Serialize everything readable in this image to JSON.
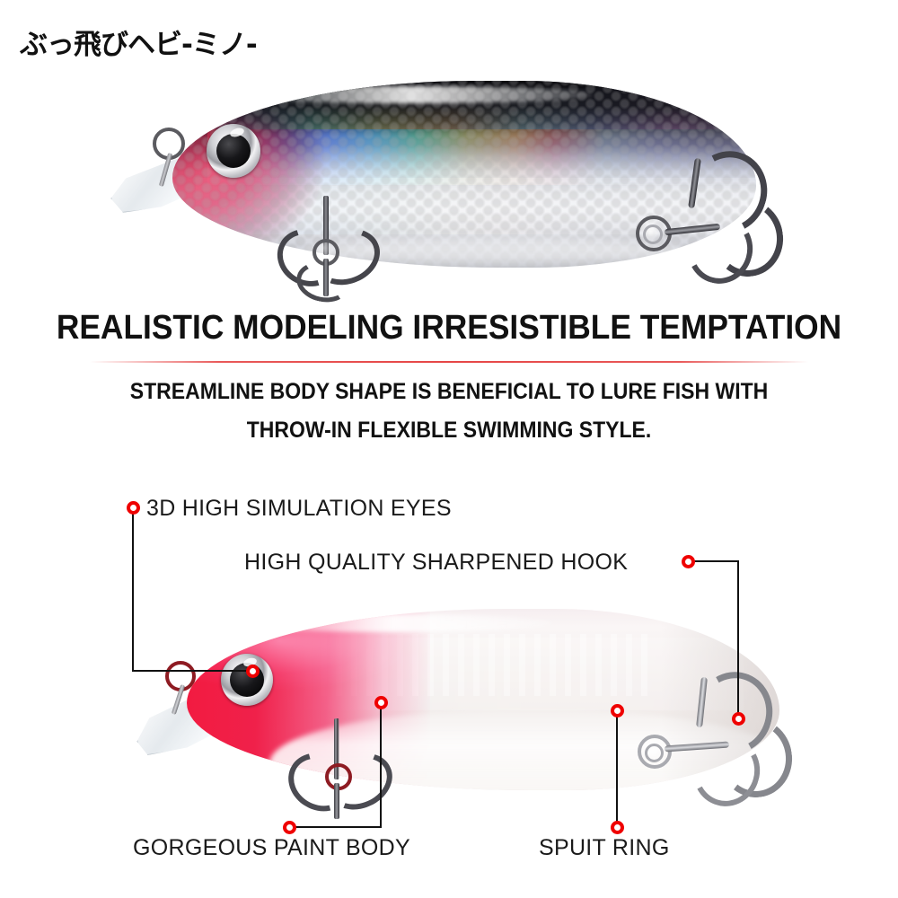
{
  "page": {
    "background": "#ffffff",
    "accent_red": "#ef0000",
    "divider_red": "#e53c3c",
    "text_color": "#1a1a1a"
  },
  "title": {
    "text": "ぶっ飛びヘビ-ミノ-"
  },
  "headline": {
    "text": "REALISTIC MODELING  IRRESISTIBLE TEMPTATION"
  },
  "subheading": {
    "line1": "STREAMLINE BODY SHAPE IS BENEFICIAL TO LURE FISH WITH",
    "line2": "THROW-IN FLEXIBLE SWIMMING STYLE."
  },
  "callouts": [
    {
      "id": "eyes",
      "label": "3D HIGH SIMULATION EYES"
    },
    {
      "id": "hook",
      "label": "HIGH QUALITY SHARPENED HOOK"
    },
    {
      "id": "paint",
      "label": "GORGEOUS PAINT BODY"
    },
    {
      "id": "spuit",
      "label": "SPUIT RING"
    }
  ],
  "products": [
    {
      "id": "lure-top",
      "name": "holographic-scale-minnow-lure",
      "colorway": "black back / rainbow holographic scale / red head",
      "parts": [
        "diving-lip",
        "line-tie-ring",
        "3d-eye",
        "belly-treble-hook",
        "split-ring",
        "tail-treble-hook"
      ]
    },
    {
      "id": "lure-bottom",
      "name": "pink-pearl-minnow-lure",
      "colorway": "red-pink head / pearl white iridescent body",
      "parts": [
        "diving-lip",
        "line-tie-ring",
        "3d-eye",
        "belly-treble-hook",
        "split-ring",
        "tail-treble-hook"
      ]
    }
  ]
}
